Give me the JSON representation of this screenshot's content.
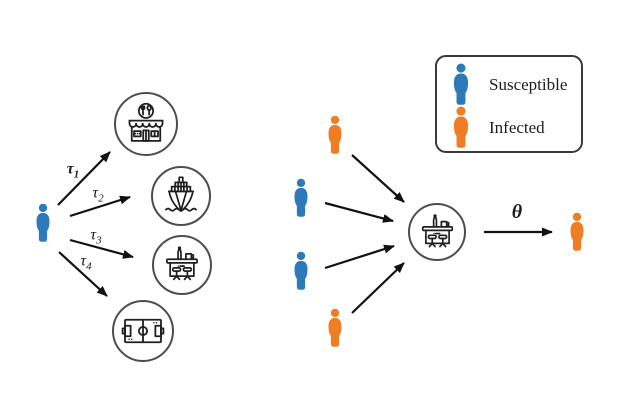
{
  "colors": {
    "susceptible": "#2e79b9",
    "infected": "#ee7d23",
    "node_stroke": "#4d4d4d",
    "arrow": "#111111"
  },
  "legend": {
    "items": [
      {
        "label": "Susceptible",
        "state": "susceptible"
      },
      {
        "label": "Infected",
        "state": "infected"
      }
    ]
  },
  "diagram": {
    "left": {
      "person": "susceptible",
      "edges": [
        {
          "base": "τ",
          "sub": "1",
          "target": "restaurant"
        },
        {
          "base": "τ",
          "sub": "2",
          "target": "ship"
        },
        {
          "base": "τ",
          "sub": "3",
          "target": "bar"
        },
        {
          "base": "τ",
          "sub": "4",
          "target": "stadium"
        }
      ],
      "venues": [
        "restaurant-icon",
        "ship-icon",
        "bar-icon",
        "soccer-field-icon"
      ]
    },
    "right": {
      "attendees": [
        "infected",
        "susceptible",
        "susceptible",
        "infected"
      ],
      "venue": "bar-icon",
      "transmission_label": "θ",
      "outcome": "infected"
    }
  }
}
